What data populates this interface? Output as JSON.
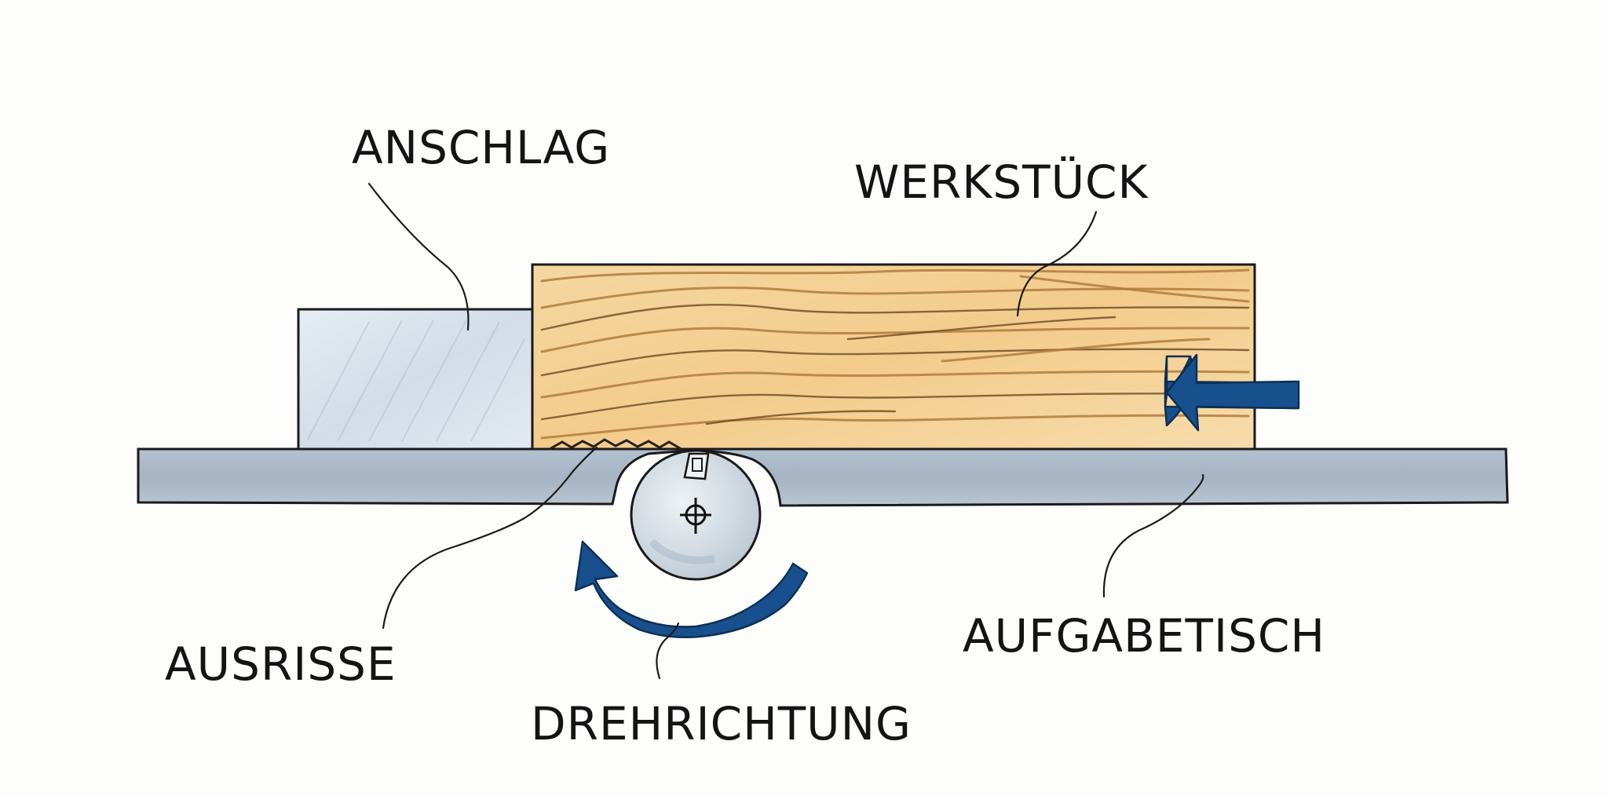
{
  "labels": {
    "anschlag": "ANSCHLAG",
    "werkstueck": "WERKSTÜCK",
    "ausrisse": "AUSRISSE",
    "aufgabetisch": "AUFGABETISCH",
    "drehrichtung": "DREHRICHTUNG"
  },
  "colors": {
    "background": "#fdfdfc",
    "table": "#aab8c8",
    "fence": "#dde6ee",
    "workpiece": "#f3cf93",
    "grain": "#b07c3e",
    "cutter": "#d3dbe2",
    "arrow": "#17508c"
  },
  "icons": {
    "feed_arrow": "arrow-left-icon",
    "rotation_arrow": "rotation-arrow-icon",
    "cutter_center": "crosshair-icon"
  }
}
